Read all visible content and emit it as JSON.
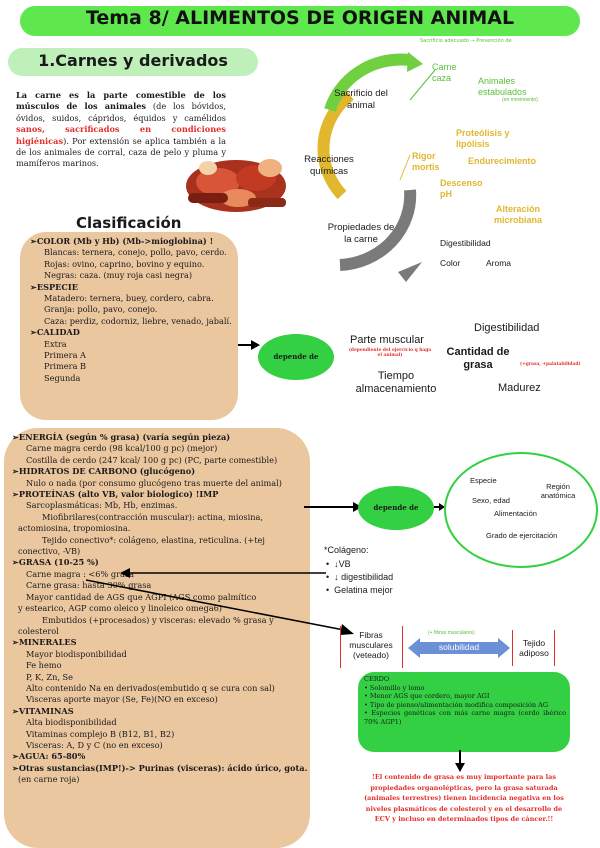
{
  "title": "Tema 8/ ALIMENTOS DE ORIGEN ANIMAL",
  "section_title": "1.Carnes y derivados",
  "intro": {
    "p1": "La carne es la parte comestible de los músculos de los animales",
    "p2": " (de los bóvidos, óvidos, suidos, cápridos, équidos y camélidos ",
    "p3": "sanos, sacrificados en condiciones higiénicas",
    "p4": "). Por extensión se aplica también a la de los animales de corral, caza de pelo y pluma y mamíferos marinos."
  },
  "cycle": {
    "node1": "Sacrificio del animal",
    "node2": "Reacciones químicas",
    "node3": "Propiedades de la carne",
    "annot_top": "Sacrificio adecuado → Prevención de",
    "carne_caza": "Carne caza",
    "animales_estabulados": "Animales estabulados",
    "estabulados_note": "(en movimiento)",
    "rigor_mortis": "Rigor mortis",
    "proteolisis": "Proteólisis y lipólisis",
    "endurecimiento": "Endurecimiento",
    "descenso_ph": "Descenso pH",
    "alteracion": "Alteración microbiana",
    "digestibilidad": "Digestibilidad",
    "color": "Color",
    "aroma": "Aroma"
  },
  "clasificacion": {
    "title": "Clasificación",
    "lines": [
      {
        "cls": "h",
        "text": "➢COLOR (Mb y Hb) (Mb->mioglobina) !"
      },
      {
        "cls": "i1",
        "text": "Blancas: ternera, conejo, pollo, pavo, cerdo."
      },
      {
        "cls": "i1",
        "text": "Rojas: ovino, caprino, bovino y equino."
      },
      {
        "cls": "i1",
        "text": "Negras: caza. (muy roja casi negra)"
      },
      {
        "cls": "h",
        "text": "➢ESPECIE"
      },
      {
        "cls": "i1",
        "text": "Matadero: ternera, buey, cordero, cabra."
      },
      {
        "cls": "i1",
        "text": "Granja: pollo, pavo, conejo."
      },
      {
        "cls": "i1",
        "text": "Caza: perdiz, codorniz, liebre, venado, jabalí."
      },
      {
        "cls": "h",
        "text": "➢CALIDAD"
      },
      {
        "cls": "i1",
        "text": "Extra"
      },
      {
        "cls": "i1",
        "text": "Primera A"
      },
      {
        "cls": "i1",
        "text": "Primera B"
      },
      {
        "cls": "i1",
        "text": "Segunda"
      }
    ]
  },
  "depende1": {
    "label": "depende de",
    "parte_muscular": "Parte muscular",
    "parte_note": "(dependiente del ejercicio q haga el animal)",
    "tiempo": "Tiempo almacenamiento",
    "digestibilidad": "Digestibilidad",
    "cantidad_grasa": "Cantidad de grasa",
    "grasa_note": "(+grasa, +palatabilidad)",
    "madurez": "Madurez"
  },
  "nutrientes": [
    {
      "cls": "h",
      "text": "➢ENERGÍA (según % grasa) (varía según pieza)"
    },
    {
      "cls": "i1",
      "text": "Carne magra cerdo (98 kcal/100 g pc) (mejor)"
    },
    {
      "cls": "i1",
      "text": "Costilla de cerdo (247 kcal/ 100 g pc) (PC, parte comestible)"
    },
    {
      "cls": "h",
      "text": "➢HIDRATOS DE CARBONO (glucógeno)"
    },
    {
      "cls": "i1",
      "text": "Nulo o nada (por consumo glucógeno tras muerte del animal)"
    },
    {
      "cls": "h",
      "text": "➢PROTEÍNAS (alto VB, valor biologico) !IMP"
    },
    {
      "cls": "i1",
      "text": "Sarcoplasmáticas: Mb, Hb, enzimas."
    },
    {
      "cls": "i2",
      "text": "Miofibrilares(contracción muscular): actina, miosina,"
    },
    {
      "cls": "cont",
      "text": "actomiosina, tropomiosina."
    },
    {
      "cls": "i2",
      "text": "Tejido conectivo*: colágeno, elastina, reticulina. (+tej"
    },
    {
      "cls": "cont",
      "text": "conectivo, -VB)"
    },
    {
      "cls": "h",
      "text": "➢GRASA (10-25 %)"
    },
    {
      "cls": "i1",
      "text": "Carne magra : <6% grasa"
    },
    {
      "cls": "i1",
      "text": "Carne grasa: hasta 30% grasa"
    },
    {
      "cls": "i1",
      "text": "Mayor cantidad de AGS que AGPI (AGS como palmítico"
    },
    {
      "cls": "cont",
      "text": "y estearico, AGP como oleico y linoleico omega6)"
    },
    {
      "cls": "i2",
      "text": "Embutidos (+procesados) y visceras: elevado % grasa y"
    },
    {
      "cls": "cont",
      "text": "colesterol"
    },
    {
      "cls": "h",
      "text": "➢MINERALES"
    },
    {
      "cls": "i1",
      "text": "Mayor biodisponibilidad"
    },
    {
      "cls": "i1",
      "text": "Fe hemo"
    },
    {
      "cls": "i1",
      "text": "P, K, Zn, Se"
    },
    {
      "cls": "i1",
      "text": "Alto contenido Na en derivados(embutido q se cura con sal)"
    },
    {
      "cls": "i1",
      "text": "Visceras aporte mayor (Se, Fe)(NO en exceso)"
    },
    {
      "cls": "h",
      "text": "➢VITAMINAS"
    },
    {
      "cls": "i1",
      "text": "Alta biodisponibilidad"
    },
    {
      "cls": "i1",
      "text": "Vitaminas complejo B (B12, B1, B2)"
    },
    {
      "cls": "i1",
      "text": "Visceras: A, D y C (no en exceso)"
    },
    {
      "cls": "h",
      "text": "➢AGUA: 65-80%"
    },
    {
      "cls": "h",
      "text": "➢Otras sustancias(IMP!)-> Purinas (visceras): ácido úrico, gota."
    },
    {
      "cls": "cont",
      "text": "(en carne roja)"
    }
  ],
  "depende2": {
    "label": "depende de",
    "especie": "Especie",
    "region": "Región anatómica",
    "sexo_edad": "Sexo, edad",
    "alimentacion": "Alimentación",
    "ejercitacion": "Grado de ejercitación"
  },
  "colageno": {
    "title": "*Colágeno:",
    "items": [
      "↓VB",
      "↓ digestibilidad",
      "Gelatina mejor"
    ]
  },
  "solubilidad": {
    "fibras": "Fibras musculares (veteado)",
    "arrow_label": "solubilidad",
    "arrow_note": "(+ fibras musculares)",
    "tejido": "Tejido adiposo"
  },
  "cerdo": {
    "title": "CERDO",
    "items": [
      "Solomillo y lomo",
      "Menor AGS que cordero, mayor AGI",
      "Tipo de pienso/alimentación modifica composición AG",
      "Especies genéticas con más carne magra (cerdo ibérico 70% AGP1)"
    ]
  },
  "warning": "!El contenido de grasa es muy importante para las propiedades organolépticas, pero la grasa saturada (animales terrestres) tienen incidencia negativa en los niveles plasmáticos de colesterol y en el desarrollo de ECV y incluso en determinados tipos de cáncer.!!",
  "colors": {
    "banner": "#5ee84e",
    "pill": "#bff0ba",
    "tan": "#ebc7a0",
    "blob": "#34d043",
    "red": "#e0302c",
    "annot_green": "#5bbf3a"
  }
}
